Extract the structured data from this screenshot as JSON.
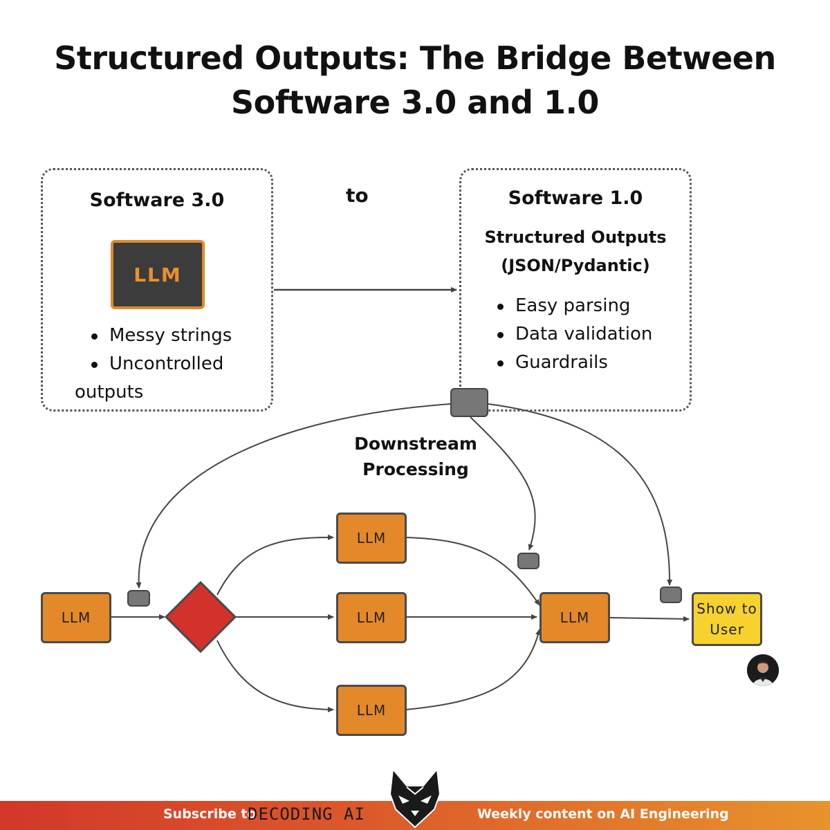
{
  "title": {
    "line1": "Structured Outputs: The Bridge Between",
    "line2": "Software 3.0 and 1.0"
  },
  "left_panel": {
    "heading": "Software 3.0",
    "llm_label": "LLM",
    "bullets": [
      "Messy strings",
      "Uncontrolled"
    ],
    "bullet_continuation": "outputs"
  },
  "connector_label": "to",
  "right_panel": {
    "heading": "Software 1.0",
    "subheading_line1": "Structured Outputs",
    "subheading_line2": "(JSON/Pydantic)",
    "bullets": [
      "Easy parsing",
      "Data validation",
      "Guardrails"
    ]
  },
  "downstream": {
    "line1": "Downstream",
    "line2": "Processing"
  },
  "workflow": {
    "start_node": "LLM",
    "branch_top": "LLM",
    "branch_middle": "LLM",
    "branch_bottom": "LLM",
    "merge_node": "LLM",
    "output_node_line1": "Show to",
    "output_node_line2": "User"
  },
  "footer": {
    "subscribe": "Subscribe to",
    "brand": "DECODING AI",
    "tagline": "Weekly content on AI Engineering"
  },
  "colors": {
    "llm_node": "#e4892a",
    "decision": "#d3312b",
    "output_node": "#f7d22f",
    "chip": "#777777"
  }
}
